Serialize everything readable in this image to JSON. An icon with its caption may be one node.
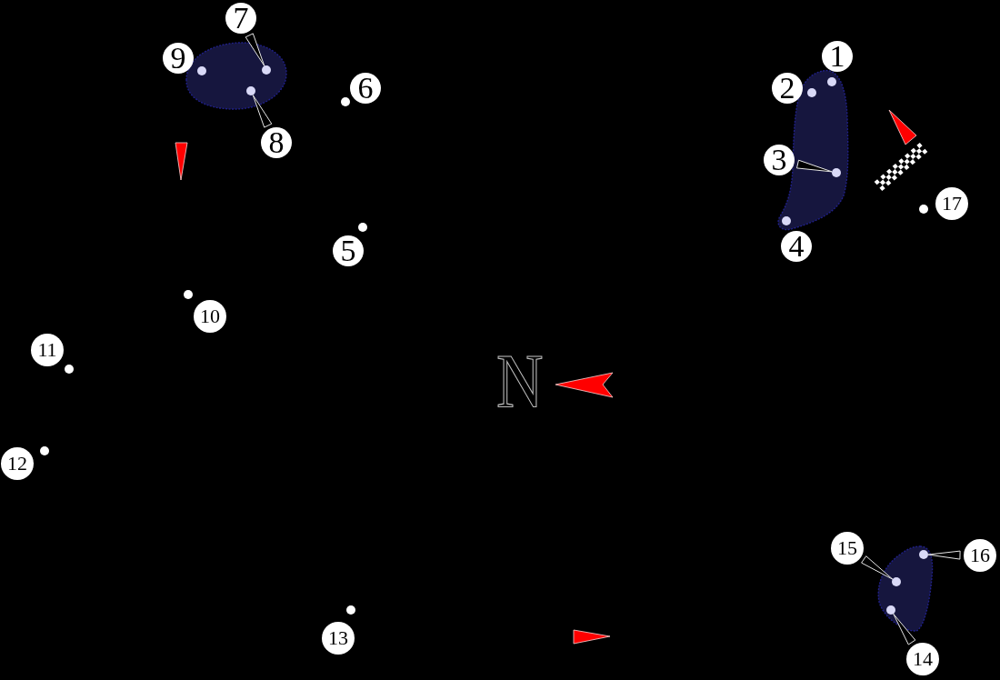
{
  "diagram": {
    "nodes": [
      {
        "text": [
          "1"
        ]
      },
      {
        "text": [
          "2"
        ]
      },
      {
        "text": [
          "3"
        ]
      },
      {
        "text": [
          "4"
        ]
      },
      {
        "text": [
          "5"
        ]
      },
      {
        "text": [
          "6"
        ]
      },
      {
        "text": [
          "7"
        ]
      },
      {
        "text": [
          "8"
        ]
      },
      {
        "text": [
          "9"
        ]
      },
      {
        "text": [
          "10"
        ]
      },
      {
        "text": [
          "11"
        ]
      },
      {
        "text": [
          "12"
        ]
      },
      {
        "text": [
          "13"
        ]
      },
      {
        "text": [
          "14"
        ]
      },
      {
        "text": [
          "15"
        ]
      },
      {
        "text": [
          "16"
        ]
      },
      {
        "text": [
          "17"
        ]
      },
      {
        "text": [],
        "shape": "circle"
      },
      {
        "text": [],
        "shape": "circle"
      },
      {
        "text": [],
        "shape": "circle"
      },
      {
        "text": [],
        "shape": "circle"
      },
      {
        "text": [],
        "shape": "circle"
      },
      {
        "text": [],
        "shape": "circle"
      }
    ],
    "edges": [
      {
        "from": 2,
        "to": 17,
        "arrow": "none"
      },
      {
        "from": 6,
        "to": 18,
        "arrow": "none"
      },
      {
        "from": 7,
        "to": 19,
        "arrow": "none"
      },
      {
        "from": 13,
        "to": 20,
        "arrow": "none"
      },
      {
        "from": 14,
        "to": 21,
        "arrow": "none"
      },
      {
        "from": 15,
        "to": 22,
        "arrow": "none"
      }
    ],
    "labels": [
      "N"
    ]
  }
}
